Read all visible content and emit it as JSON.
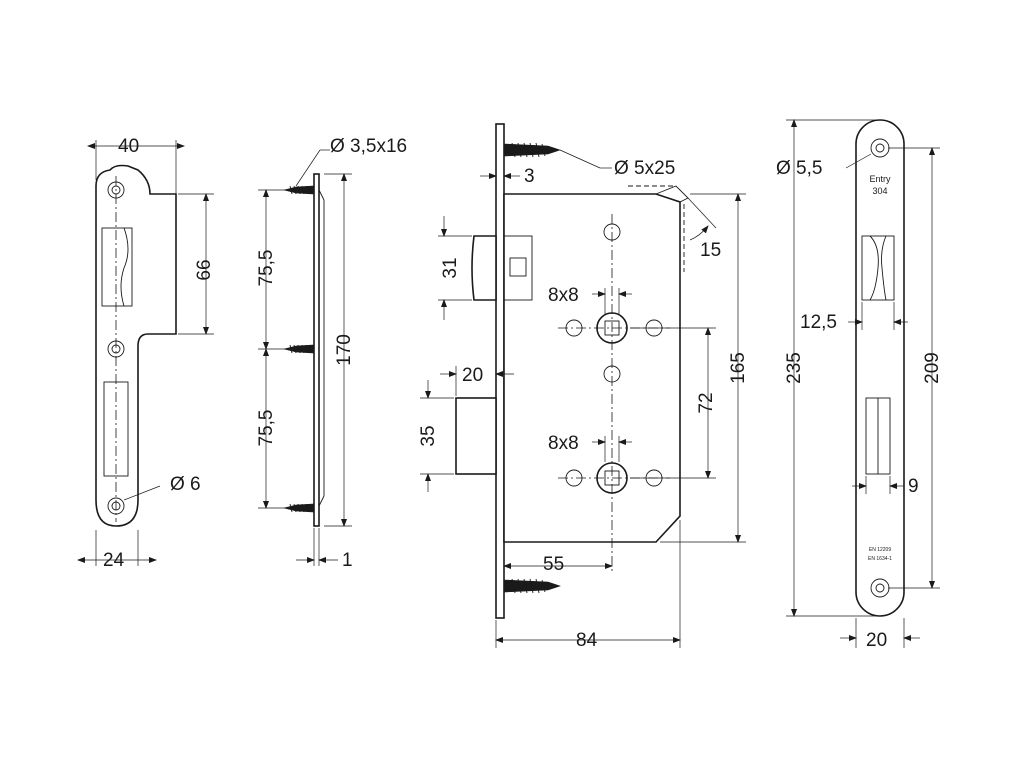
{
  "strike_plate_front": {
    "width_dim": "40",
    "height_dim": "66",
    "hole_dim": "Ø 6",
    "bottom_dim": "24"
  },
  "strike_plate_side": {
    "screw_dim": "Ø 3,5x16",
    "spacing_top_dim": "75,5",
    "spacing_bottom_dim": "75,5",
    "height_dim": "170",
    "thickness_dim": "1"
  },
  "lock_body": {
    "plate_thickness_dim": "3",
    "screw_dim": "Ø 5x25",
    "angle_dim": "15",
    "latch_height_dim": "31",
    "square_top_dim": "8x8",
    "height_dim": "165",
    "latch_projection_dim": "20",
    "spindle_distance_dim": "72",
    "bolt_height_dim": "35",
    "square_bottom_dim": "8x8",
    "backset_dim": "55",
    "depth_dim": "84"
  },
  "faceplate": {
    "hole_dim": "Ø 5,5",
    "stamp_line1": "Entry",
    "stamp_line2": "304",
    "latch_width_dim": "12,5",
    "total_height_dim": "235",
    "screw_spacing_dim": "209",
    "bolt_width_dim": "9",
    "std_line1": "EN 12209",
    "std_line2": "EN 1634-1",
    "width_dim": "20"
  }
}
